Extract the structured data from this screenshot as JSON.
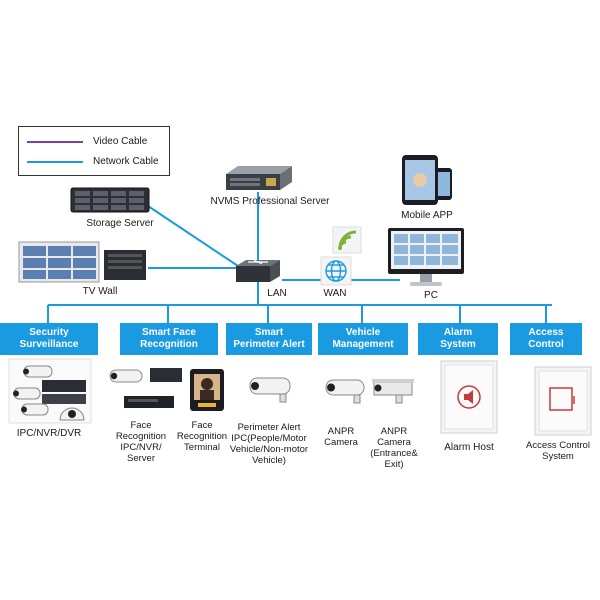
{
  "legend": {
    "video_cable": "Video Cable",
    "network_cable": "Network Cable",
    "video_color": "#7b3fa0",
    "network_color": "#1a9ae0"
  },
  "top": {
    "storage_server": "Storage Server",
    "nvms_server": "NVMS Professional Server",
    "mobile_app": "Mobile APP",
    "tv_wall": "TV Wall",
    "lan": "LAN",
    "wan": "WAN",
    "pc": "PC"
  },
  "categories": [
    {
      "label": "Security\nSurveillance"
    },
    {
      "label": "Smart Face\nRecognition"
    },
    {
      "label": "Smart\nPerimeter Alert"
    },
    {
      "label": "Vehicle\nManagement"
    },
    {
      "label": "Alarm\nSystem"
    },
    {
      "label": "Access\nControl"
    }
  ],
  "devices": {
    "ipc_nvr_dvr": "IPC/NVR/DVR",
    "face_ipc": "Face\nRecognition\nIPC/NVR/\nServer",
    "face_terminal": "Face\nRecognition\nTerminal",
    "perimeter": "Perimeter Alert\nIPC(People/Motor\nVehicle/Non-motor\nVehicle)",
    "anpr_camera": "ANPR\nCamera",
    "anpr_entrance": "ANPR\nCamera\n(Entrance&\nExit)",
    "alarm_host": "Alarm Host",
    "access_control": "Access Control\nSystem"
  },
  "colors": {
    "accent": "#1a9ae0",
    "video": "#7b3fa0"
  },
  "icons": [
    "wifi-signal-icon",
    "globe-icon",
    "speaker-icon",
    "keycard-icon"
  ]
}
